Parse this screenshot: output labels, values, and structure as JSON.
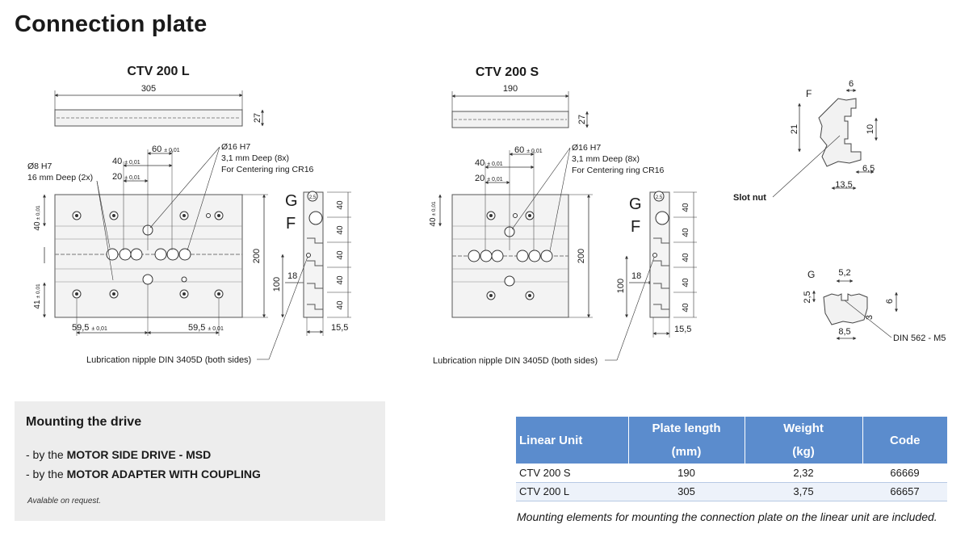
{
  "title": "Connection plate",
  "drawings": {
    "ctv_l": {
      "label": "CTV 200 L",
      "dim_length": "305",
      "dim_height": "27",
      "dim_60": "60",
      "dim_40": "40",
      "dim_20": "20",
      "tol": "± 0,01",
      "hole_small": "Ø8 H7",
      "hole_small_depth": "16 mm Deep (2x)",
      "hole_big": "Ø16 H7",
      "hole_big_depth": "3,1 mm Deep (8x)",
      "hole_big_note": "For Centering ring CR16",
      "side_40": "40",
      "side_41": "41",
      "dim_200": "200",
      "dim_100": "100",
      "dim_18": "18",
      "dim_15_5": "15,5",
      "dim_59_5": "59,5",
      "lube": "Lubrication nipple DIN 3405D (both sides)",
      "g": "G",
      "f": "F",
      "g_mark": "2,5",
      "profile_dims": [
        "40",
        "40",
        "40",
        "40",
        "40"
      ]
    },
    "ctv_s": {
      "label": "CTV 200 S",
      "dim_length": "190",
      "dim_height": "27",
      "dim_60": "60",
      "dim_40": "40",
      "dim_20": "20",
      "tol": "± 0,01",
      "hole_big": "Ø16 H7",
      "hole_big_depth": "3,1 mm Deep (8x)",
      "hole_big_note": "For Centering ring CR16",
      "side_40": "40",
      "dim_200": "200",
      "dim_100": "100",
      "dim_18": "18",
      "dim_15_5": "15,5",
      "lube": "Lubrication nipple DIN 3405D (both sides)",
      "g": "G",
      "f": "F",
      "g_mark": "2,5",
      "profile_dims": [
        "40",
        "40",
        "40",
        "40",
        "40"
      ]
    },
    "slot_f": {
      "label": "F",
      "dim_6": "6",
      "dim_21": "21",
      "dim_10": "10",
      "dim_6_5": "6,5",
      "dim_13_5": "13,5",
      "slot_nut": "Slot nut"
    },
    "slot_g": {
      "label": "G",
      "dim_5_2": "5,2",
      "dim_2_5": "2,5",
      "dim_6": "6",
      "dim_3": "3",
      "dim_8_5": "8,5",
      "din": "DIN 562 - M5"
    }
  },
  "mounting": {
    "title": "Mounting the drive",
    "line1_prefix": "- by the ",
    "line1_bold": "MOTOR SIDE DRIVE - MSD",
    "line2_prefix": "- by the ",
    "line2_bold": "MOTOR ADAPTER WITH COUPLING",
    "note": "Avalable on request."
  },
  "table": {
    "headers": {
      "unit": "Linear Unit",
      "length_a": "Plate length",
      "length_b": "(mm)",
      "weight_a": "Weight",
      "weight_b": "(kg)",
      "code": "Code"
    },
    "rows": [
      {
        "unit": "CTV 200 S",
        "length": "190",
        "weight": "2,32",
        "code": "66669"
      },
      {
        "unit": "CTV 200 L",
        "length": "305",
        "weight": "3,75",
        "code": "66657"
      }
    ],
    "note": "Mounting elements for mounting the connection plate on the linear unit are included."
  },
  "colors": {
    "header_blue": "#5b8ccd",
    "panel_gray": "#ededed",
    "line": "#333333"
  }
}
